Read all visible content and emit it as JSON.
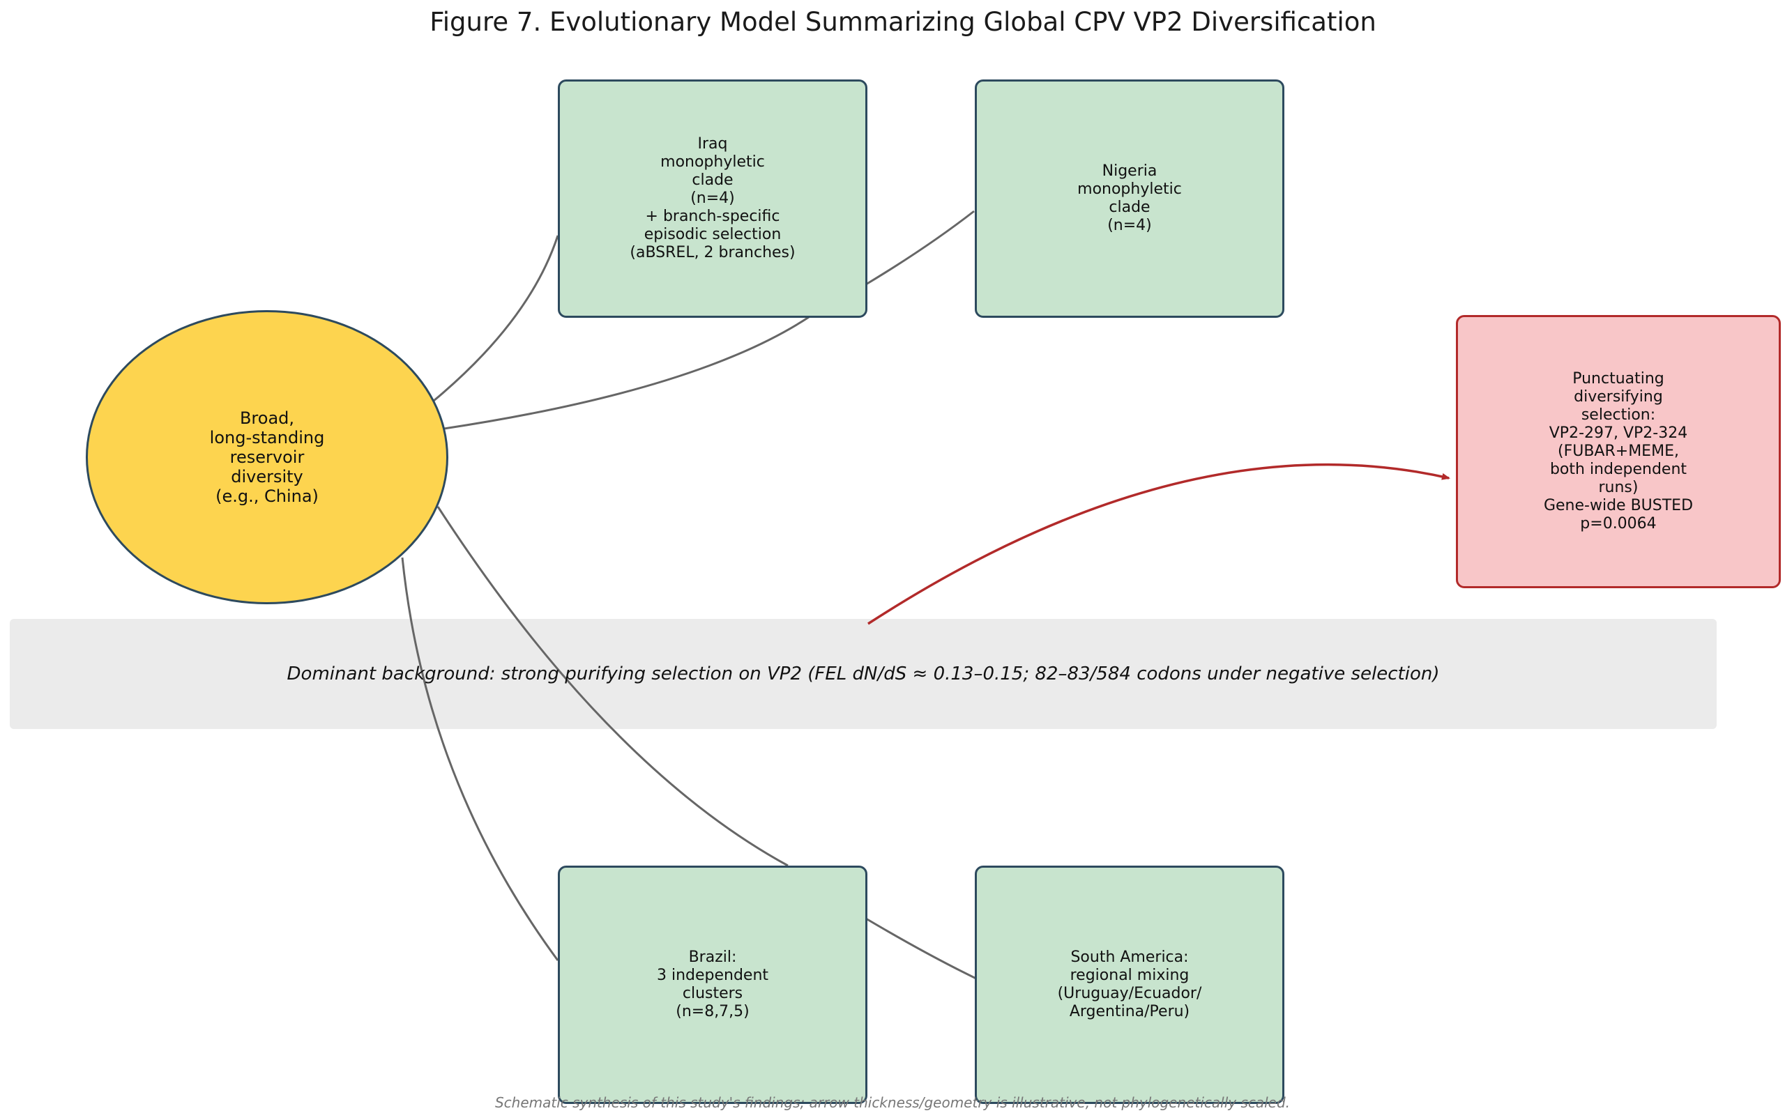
{
  "title": "Figure 7. Evolutionary Model Summarizing Global CPV VP2 Diversification",
  "nodes": {
    "reservoir": "Broad,\nlong-standing\nreservoir\ndiversity\n(e.g., China)",
    "iraq": "Iraq\nmonophyletic\nclade\n(n=4)\n+ branch-specific\nepisodic selection\n(aBSREL, 2 branches)",
    "nigeria": "Nigeria\nmonophyletic\nclade\n(n=4)",
    "selection": "Punctuating\ndiversifying\nselection:\nVP2-297, VP2-324\n(FUBAR+MEME,\nboth independent\nruns)\nGene-wide BUSTED\np=0.0064",
    "brazil": "Brazil:\n3 independent\nclusters\n(n=8,7,5)",
    "south_america": "South America:\nregional mixing\n(Uruguay/Ecuador/\nArgentina/Peru)"
  },
  "background_band": "Dominant background: strong purifying selection on VP2 (FEL dN/dS ≈ 0.13–0.15; 82–83/584 codons under negative selection)",
  "footnote": "Schematic synthesis of this study's findings; arrow thickness/geometry is illustrative, not phylogenetically scaled.",
  "colors": {
    "reservoir_fill": "#fdd44f",
    "clade_fill": "#c8e4ce",
    "selection_fill": "#f8c6c8",
    "selection_border": "#b22a2a",
    "node_border": "#2d4a5e",
    "band_fill": "#ebebeb",
    "link": "#666666",
    "arrow": "#b22a2a"
  }
}
